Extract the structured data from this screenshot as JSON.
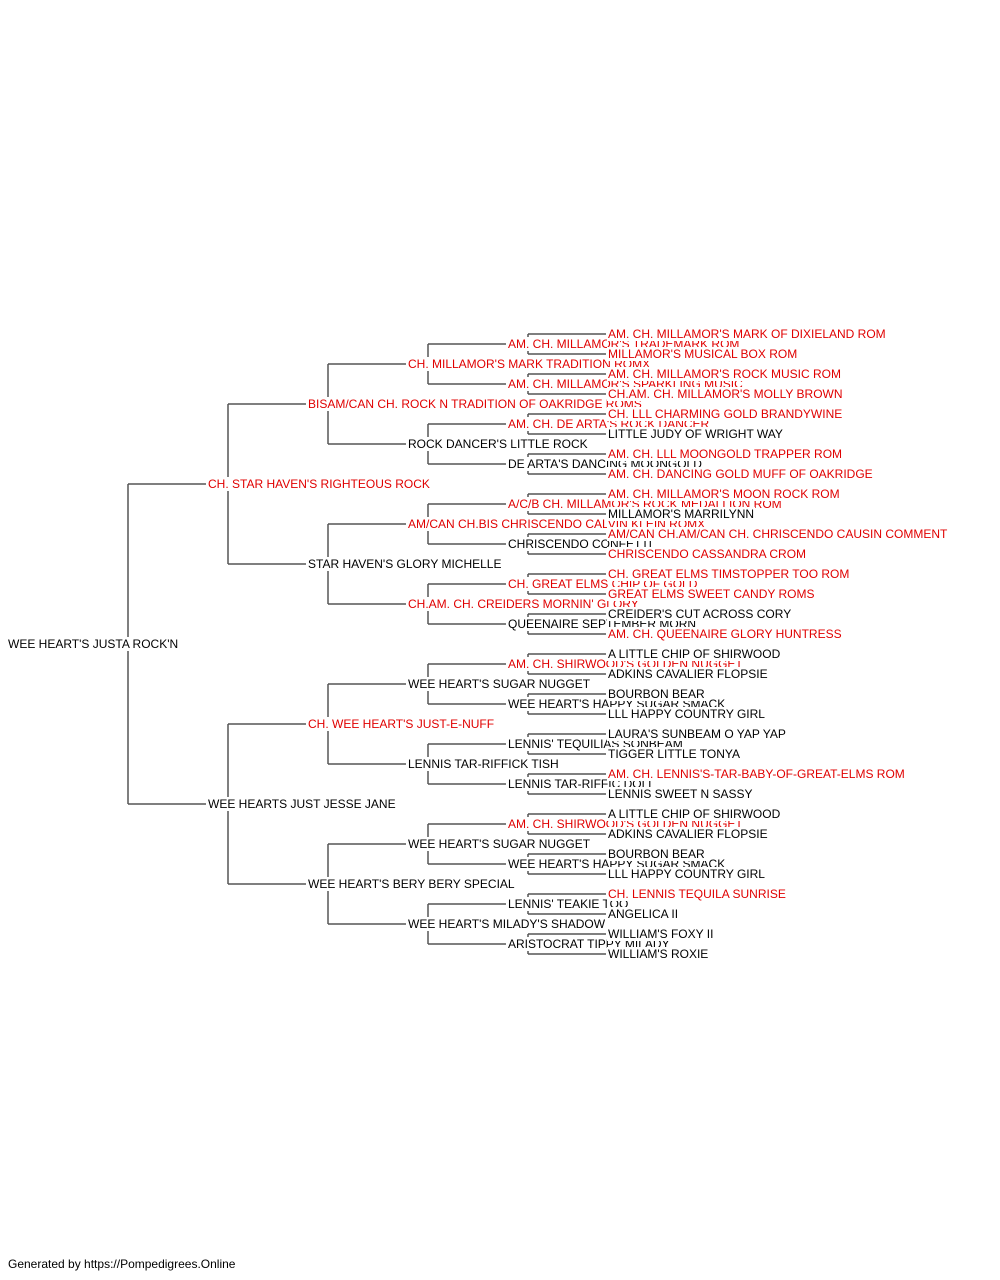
{
  "colors": {
    "champion": "#e00000",
    "normal": "#000000"
  },
  "pedigree": {
    "name": "WEE HEART'S JUSTA ROCK'N",
    "champion": false,
    "sire": {
      "name": "CH. STAR HAVEN'S RIGHTEOUS ROCK",
      "champion": true,
      "sire": {
        "name": "BISAM/CAN CH. ROCK N TRADITION OF OAKRIDGE ROMS",
        "champion": true,
        "sire": {
          "name": "CH. MILLAMOR'S MARK TRADITION ROMX",
          "champion": true,
          "sire": {
            "name": "AM. CH. MILLAMOR'S TRADEMARK ROM",
            "champion": true,
            "sire": {
              "name": "AM. CH. MILLAMOR'S MARK OF DIXIELAND ROM",
              "champion": true
            },
            "dam": {
              "name": "MILLAMOR'S MUSICAL BOX ROM",
              "champion": true
            }
          },
          "dam": {
            "name": "AM. CH. MILLAMOR'S SPARKLING MUSIC",
            "champion": true,
            "sire": {
              "name": "AM. CH. MILLAMOR'S ROCK MUSIC ROM",
              "champion": true
            },
            "dam": {
              "name": "CH.AM. CH. MILLAMOR'S MOLLY BROWN",
              "champion": true
            }
          }
        },
        "dam": {
          "name": "ROCK DANCER'S LITTLE ROCK",
          "champion": false,
          "sire": {
            "name": "AM. CH. DE ARTA'S ROCK DANCER",
            "champion": true,
            "sire": {
              "name": "CH. LLL CHARMING GOLD BRANDYWINE",
              "champion": true
            },
            "dam": {
              "name": "LITTLE JUDY OF WRIGHT WAY",
              "champion": false
            }
          },
          "dam": {
            "name": "DE ARTA'S DANCING MOONGOLD",
            "champion": false,
            "sire": {
              "name": "AM. CH. LLL MOONGOLD TRAPPER ROM",
              "champion": true
            },
            "dam": {
              "name": "AM. CH. DANCING GOLD MUFF OF OAKRIDGE",
              "champion": true
            }
          }
        }
      },
      "dam": {
        "name": "STAR HAVEN'S GLORY MICHELLE",
        "champion": false,
        "sire": {
          "name": "AM/CAN CH.BIS CHRISCENDO CALVIN KLEIN ROMX",
          "champion": true,
          "sire": {
            "name": "A/C/B CH. MILLAMOR'S ROCK MEDALLION ROM",
            "champion": true,
            "sire": {
              "name": "AM. CH. MILLAMOR'S MOON ROCK ROM",
              "champion": true
            },
            "dam": {
              "name": "MILLAMOR'S MARRILYNN",
              "champion": false
            }
          },
          "dam": {
            "name": "CHRISCENDO CONFETTI",
            "champion": false,
            "sire": {
              "name": "AM/CAN CH.AM/CAN CH. CHRISCENDO CAUSIN COMMENT",
              "champion": true
            },
            "dam": {
              "name": "CHRISCENDO CASSANDRA CROM",
              "champion": true
            }
          }
        },
        "dam": {
          "name": "CH.AM. CH. CREIDERS MORNIN' GLORY",
          "champion": true,
          "sire": {
            "name": "CH. GREAT ELMS CHIP OF GOLD",
            "champion": true,
            "sire": {
              "name": "CH. GREAT ELMS TIMSTOPPER TOO ROM",
              "champion": true
            },
            "dam": {
              "name": "GREAT ELMS SWEET CANDY ROMS",
              "champion": true
            }
          },
          "dam": {
            "name": "QUEENAIRE SEPTEMBER MORN",
            "champion": false,
            "sire": {
              "name": "CREIDER'S CUT ACROSS CORY",
              "champion": false
            },
            "dam": {
              "name": "AM. CH. QUEENAIRE GLORY HUNTRESS",
              "champion": true
            }
          }
        }
      }
    },
    "dam": {
      "name": "WEE HEARTS JUST JESSE JANE",
      "champion": false,
      "sire": {
        "name": "CH. WEE HEART'S JUST-E-NUFF",
        "champion": true,
        "sire": {
          "name": "WEE HEART'S SUGAR NUGGET",
          "champion": false,
          "sire": {
            "name": "AM. CH. SHIRWOOD'S GOLDEN NUGGET",
            "champion": true,
            "sire": {
              "name": "A LITTLE CHIP OF SHIRWOOD",
              "champion": false
            },
            "dam": {
              "name": "ADKINS CAVALIER FLOPSIE",
              "champion": false
            }
          },
          "dam": {
            "name": "WEE HEART'S HAPPY SUGAR SMACK",
            "champion": false,
            "sire": {
              "name": "BOURBON BEAR",
              "champion": false
            },
            "dam": {
              "name": "LLL HAPPY COUNTRY GIRL",
              "champion": false
            }
          }
        },
        "dam": {
          "name": "LENNIS TAR-RIFFICK TISH",
          "champion": false,
          "sire": {
            "name": "LENNIS' TEQUILIAS SONBEAM",
            "champion": false,
            "sire": {
              "name": "LAURA'S SUNBEAM O YAP YAP",
              "champion": false
            },
            "dam": {
              "name": "TIGGER LITTLE TONYA",
              "champion": false
            }
          },
          "dam": {
            "name": "LENNIS TAR-RIFFIC DOLL",
            "champion": false,
            "sire": {
              "name": "AM. CH. LENNIS'S-TAR-BABY-OF-GREAT-ELMS ROM",
              "champion": true
            },
            "dam": {
              "name": "LENNIS SWEET N SASSY",
              "champion": false
            }
          }
        }
      },
      "dam": {
        "name": "WEE HEART'S BERY BERY SPECIAL",
        "champion": false,
        "sire": {
          "name": "WEE HEART'S SUGAR NUGGET",
          "champion": false,
          "sire": {
            "name": "AM. CH. SHIRWOOD'S GOLDEN NUGGET",
            "champion": true,
            "sire": {
              "name": "A LITTLE CHIP OF SHIRWOOD",
              "champion": false
            },
            "dam": {
              "name": "ADKINS CAVALIER FLOPSIE",
              "champion": false
            }
          },
          "dam": {
            "name": "WEE HEART'S HAPPY SUGAR SMACK",
            "champion": false,
            "sire": {
              "name": "BOURBON BEAR",
              "champion": false
            },
            "dam": {
              "name": "LLL HAPPY COUNTRY GIRL",
              "champion": false
            }
          }
        },
        "dam": {
          "name": "WEE HEART'S MILADY'S SHADOW",
          "champion": false,
          "sire": {
            "name": "LENNIS' TEAKIE TOO",
            "champion": false,
            "sire": {
              "name": "CH. LENNIS TEQUILA SUNRISE",
              "champion": true
            },
            "dam": {
              "name": "ANGELICA II",
              "champion": false
            }
          },
          "dam": {
            "name": "ARISTOCRAT TIPPY MILADY",
            "champion": false,
            "sire": {
              "name": "WILLIAM'S FOXY II",
              "champion": false
            },
            "dam": {
              "name": "WILLIAM'S ROXIE",
              "champion": false
            }
          }
        }
      }
    }
  },
  "footer": "Generated by https://Pompedigrees.Online"
}
